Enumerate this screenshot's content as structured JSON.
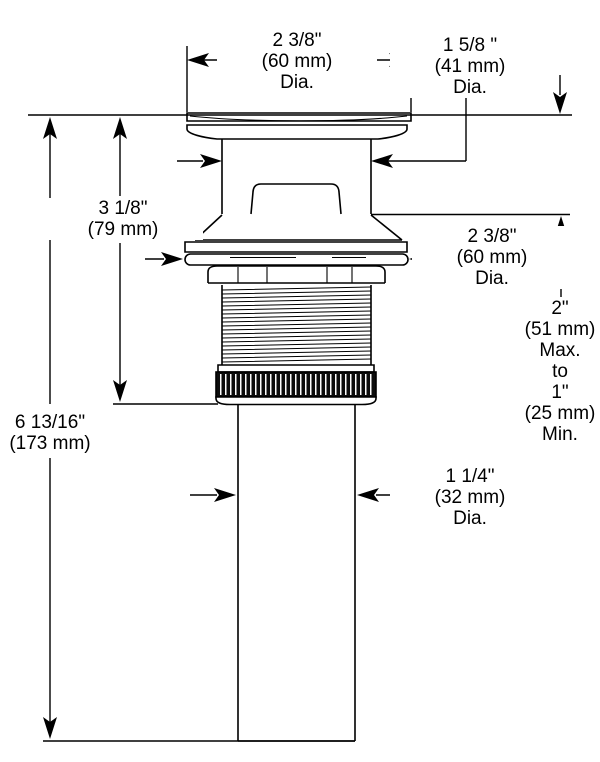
{
  "drawing": {
    "subject": "Pop-up drain assembly side elevation with dimensions",
    "line_color": "#000000",
    "background_color": "#ffffff"
  },
  "labels": {
    "top_diameter": {
      "l1": "2 3/8\"",
      "l2": "(60 mm)",
      "l3": "Dia."
    },
    "neck_diameter": {
      "l1": "1 5/8 \"",
      "l2": "(41 mm)",
      "l3": "Dia."
    },
    "overflow_height": {
      "l1": "3 1/8\"",
      "l2": "(79 mm)"
    },
    "flange_diameter": {
      "l1": "2 3/8\"",
      "l2": "(60 mm)",
      "l3": "Dia."
    },
    "deck_range": {
      "l1": "2\"",
      "l2": "(51 mm)",
      "l3": "Max.",
      "l4": "to",
      "l5": "1\"",
      "l6": "(25 mm)",
      "l7": "Min."
    },
    "overall_height": {
      "l1": "6 13/16\"",
      "l2": "(173 mm)"
    },
    "tailpiece_diameter": {
      "l1": "1 1/4\"",
      "l2": "(32 mm)",
      "l3": "Dia."
    }
  }
}
